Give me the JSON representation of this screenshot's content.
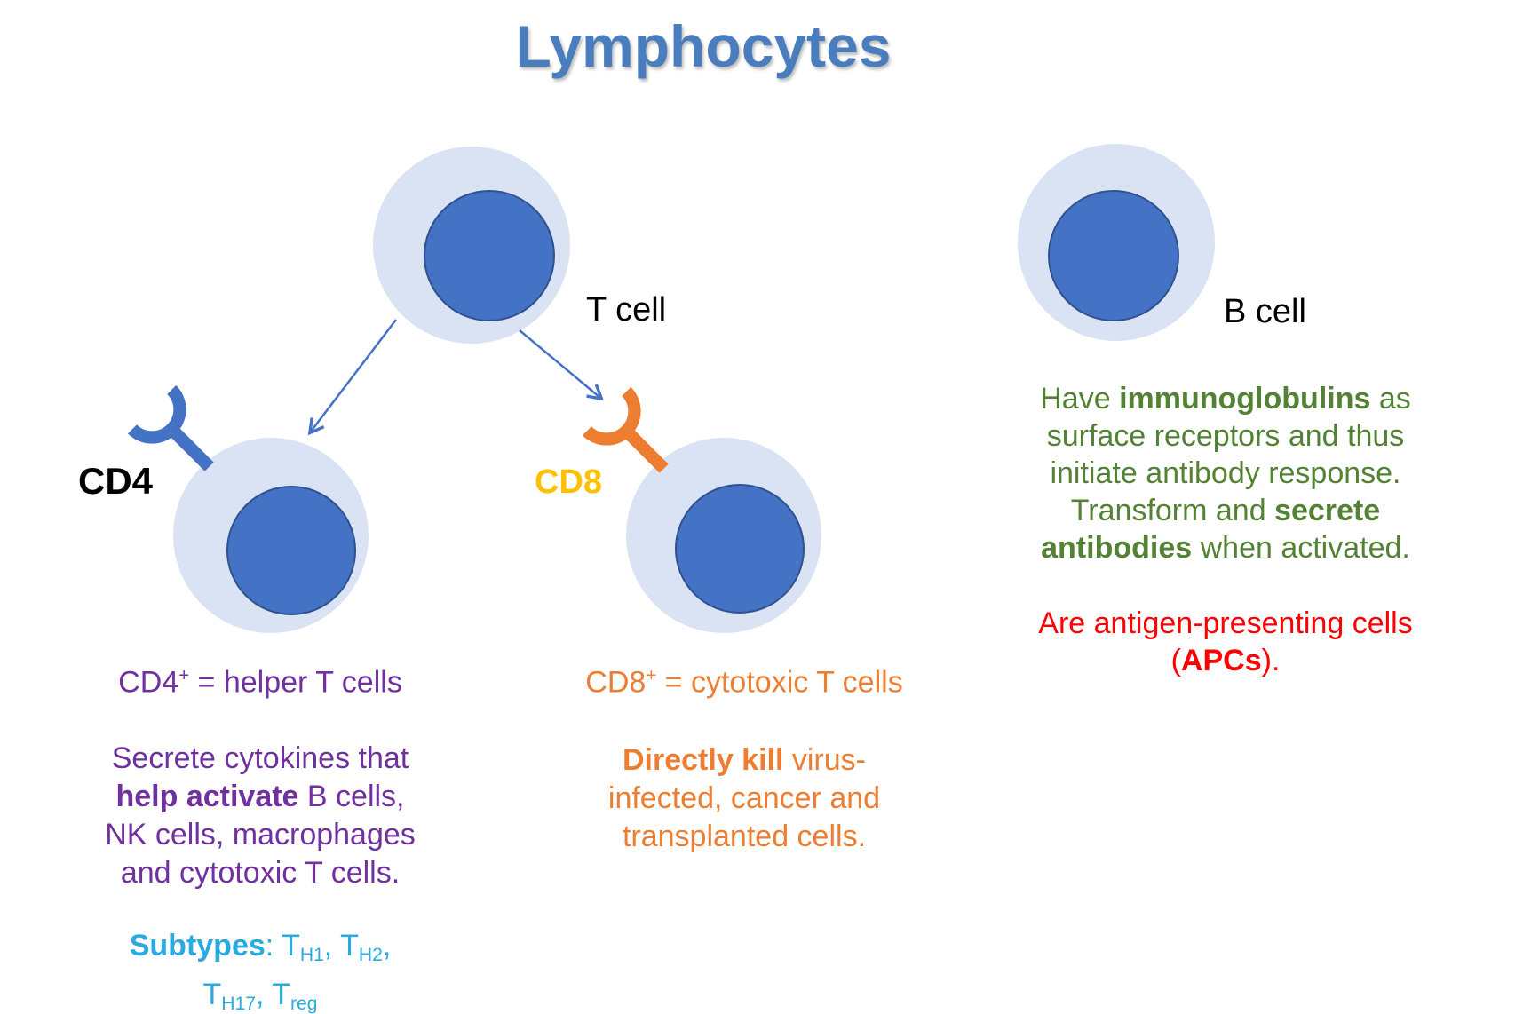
{
  "title": "Lymphocytes",
  "colors": {
    "title_blue": "#4A7DBD",
    "cell_outer": "#DAE3F3",
    "cell_inner": "#4472C4",
    "cell_inner_border": "#2F528F",
    "arrow_blue": "#4472C4",
    "cd4_receptor_blue": "#4472C4",
    "cd8_receptor_orange": "#ED7D31",
    "cd4_label_black": "#000000",
    "cd8_label_yellow": "#FFC000",
    "helper_purple": "#7030A0",
    "cytotoxic_orange": "#ED7D31",
    "subtypes_cyan": "#29ABE2",
    "b_cell_green": "#548235",
    "apc_red": "#FF0000"
  },
  "t_cell": {
    "label": "T cell"
  },
  "b_cell": {
    "label": "B cell"
  },
  "cd4": {
    "receptor_label": "CD4",
    "heading": {
      "base": "CD4",
      "sup": "+",
      "rest": " = helper T cells"
    },
    "para": {
      "l1": "Secrete cytokines that",
      "l2_bold": "help activate",
      "l2_rest": " B cells,",
      "l3": "NK cells, macrophages",
      "l4": "and cytotoxic T cells."
    },
    "subtypes": {
      "title": "Subtypes",
      "sep": ": ",
      "t1": "T",
      "t1_sub": "H1",
      "c1": ", ",
      "t2": "T",
      "t2_sub": "H2",
      "c2": ",",
      "t3": "T",
      "t3_sub": "H17",
      "c3": ", ",
      "t4": "T",
      "t4_sub": "reg"
    }
  },
  "cd8": {
    "receptor_label": "CD8",
    "heading": {
      "base": "CD8",
      "sup": "+",
      "rest": " = cytotoxic T cells"
    },
    "para": {
      "l1_bold": "Directly kill",
      "l1_rest": " virus-",
      "l2": "infected, cancer and",
      "l3": "transplanted cells."
    }
  },
  "b_info": {
    "green": {
      "l1_pre": "Have ",
      "l1_bold": "immunoglobulins",
      "l1_post": " as",
      "l2": "surface receptors and thus",
      "l3": "initiate antibody response.",
      "l4_pre": "Transform and ",
      "l4_bold": "secrete",
      "l5_bold": "antibodies",
      "l5_post": " when activated."
    },
    "red": {
      "l1": "Are antigen-presenting cells",
      "l2_pre": "(",
      "l2_bold": "APCs",
      "l2_post": ")."
    }
  }
}
